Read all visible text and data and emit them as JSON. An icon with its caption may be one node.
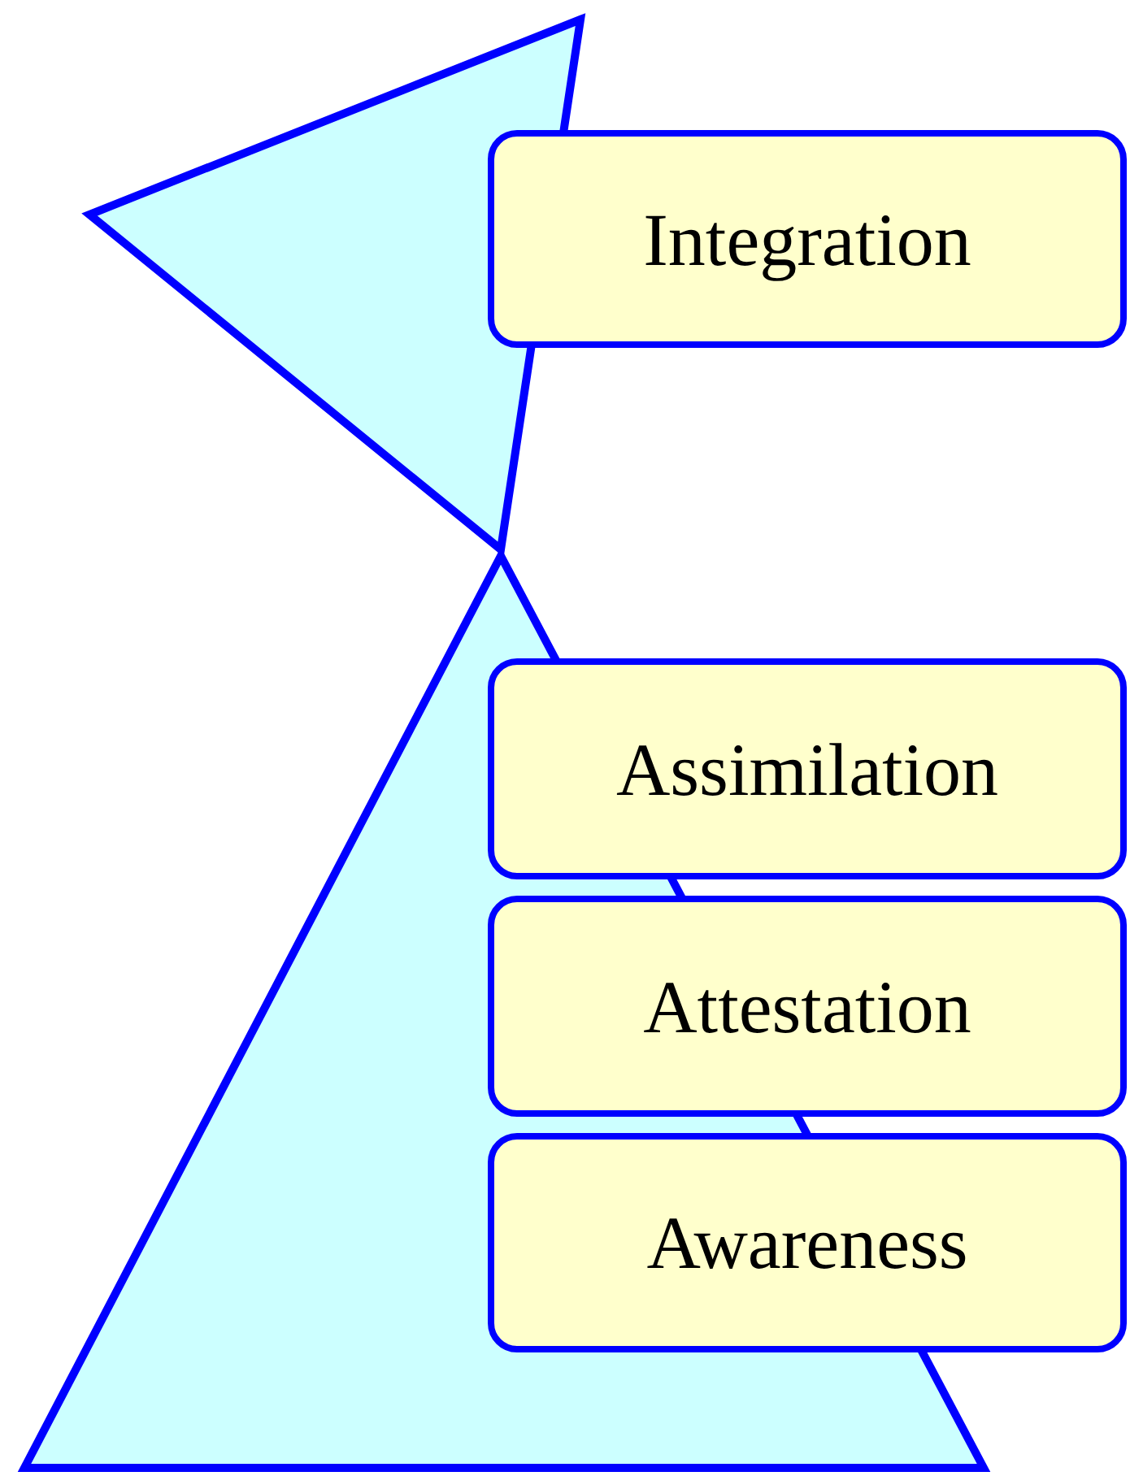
{
  "diagram": {
    "nodes": [
      {
        "text": [
          "Integration"
        ]
      },
      {
        "text": [
          "Assimilation"
        ]
      },
      {
        "text": [
          "Attestation"
        ]
      },
      {
        "text": [
          "Awareness"
        ]
      }
    ]
  }
}
